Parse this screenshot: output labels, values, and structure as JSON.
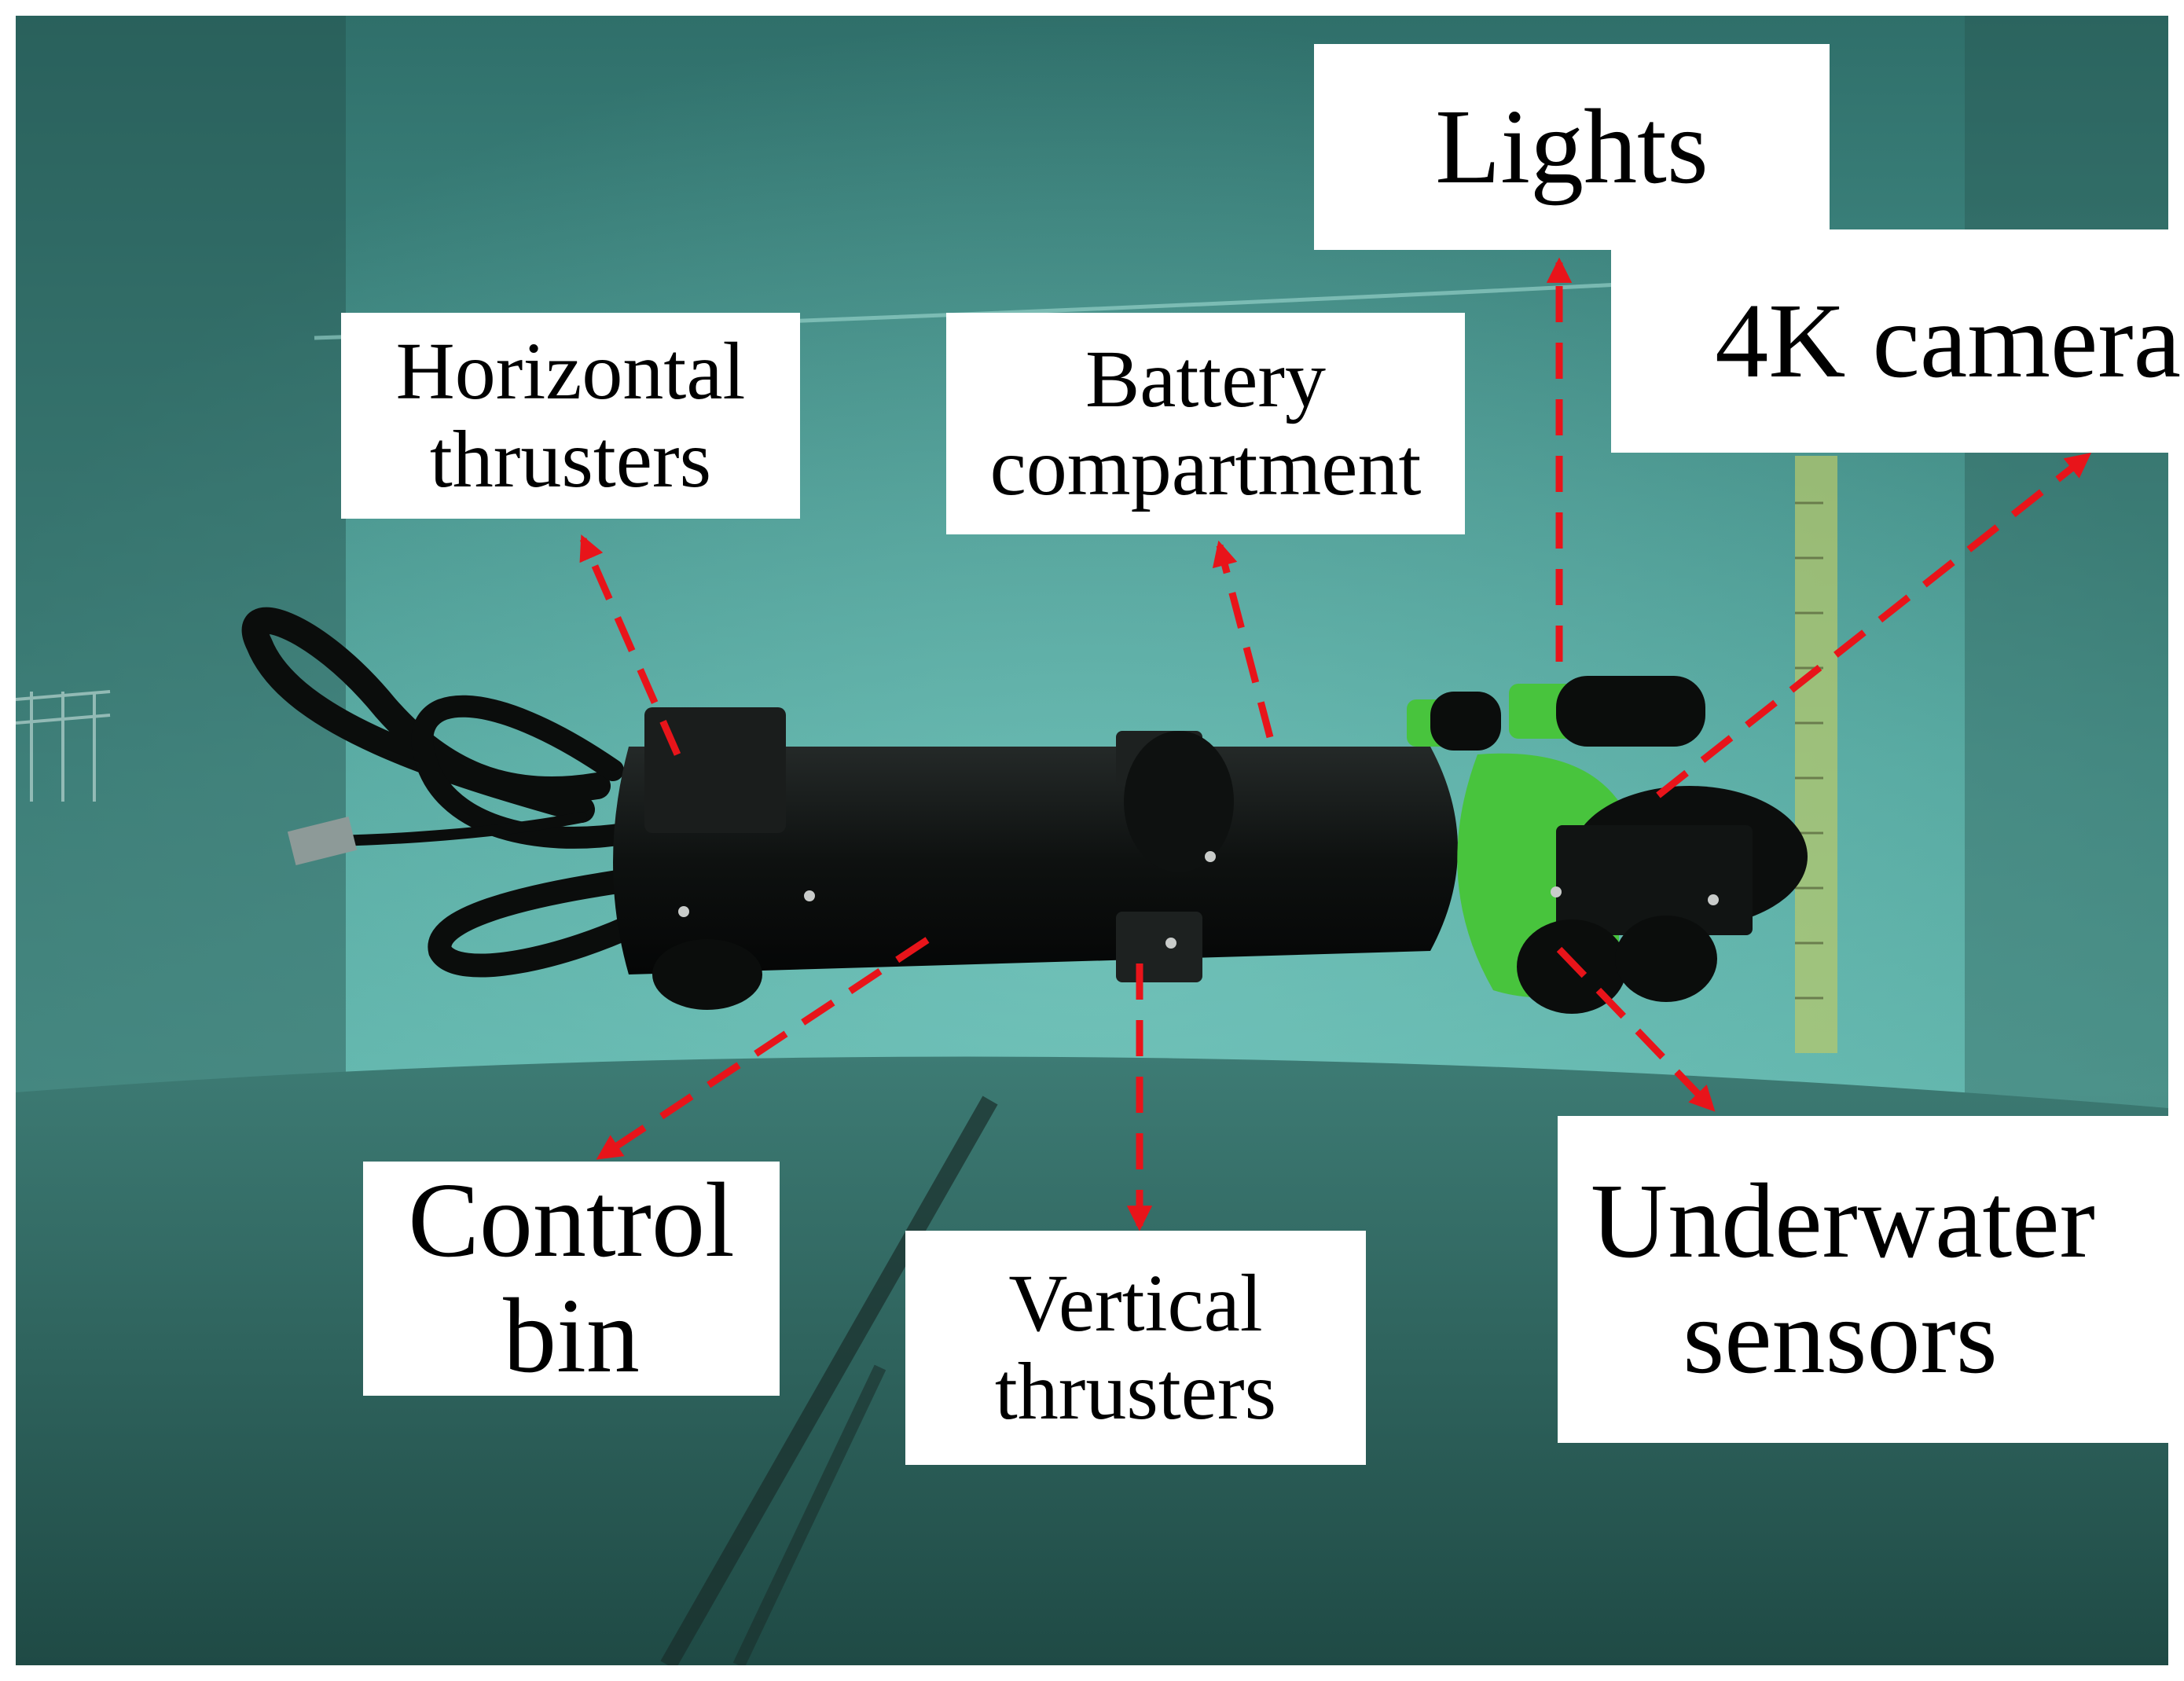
{
  "figure": {
    "labels": {
      "horizontal_thrusters": [
        "Horizontal",
        "thrusters"
      ],
      "battery_compartment": [
        "Battery",
        "compartment"
      ],
      "lights": [
        "Lights"
      ],
      "camera_4k": [
        "4K camera"
      ],
      "control_bin": [
        "Control",
        "bin"
      ],
      "vertical_thrusters": [
        "Vertical",
        "thrusters"
      ],
      "underwater_sensors": [
        "Underwater",
        "sensors"
      ]
    },
    "colors": {
      "arrow": "#e8141a",
      "water": "#3f8d86",
      "pool_floor": "#2c5a55",
      "vehicle_body": "#101312",
      "camera_housing": "#48c43d",
      "label_bg": "#ffffff"
    }
  }
}
